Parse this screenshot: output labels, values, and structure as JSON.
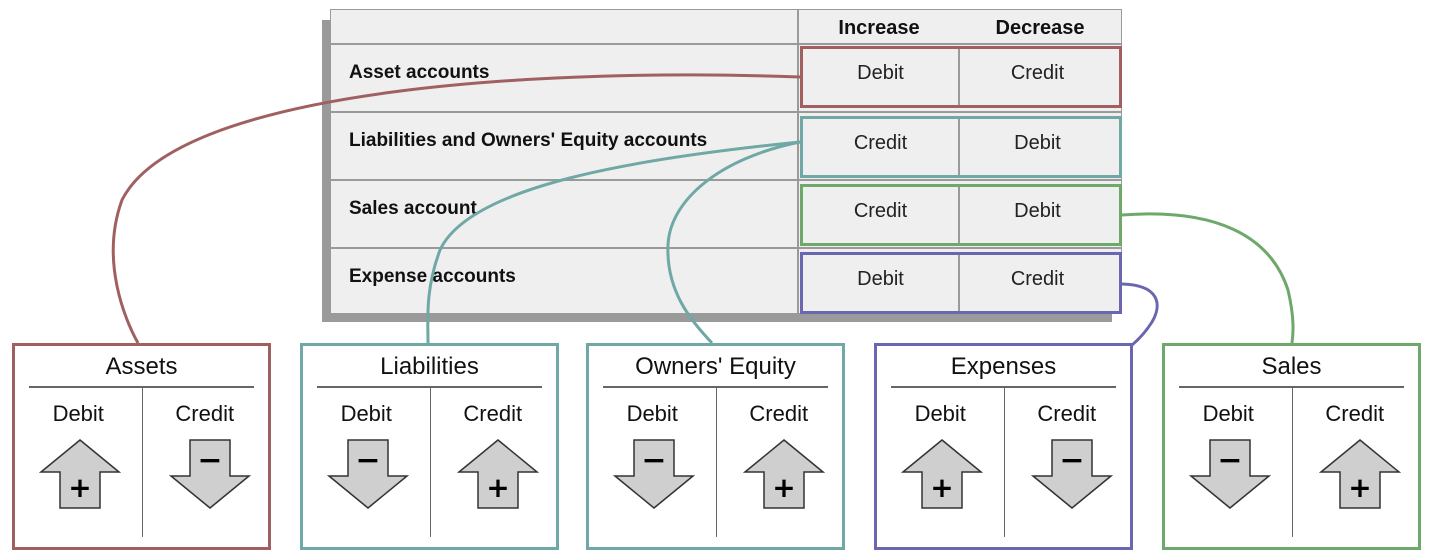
{
  "table": {
    "headers": {
      "increase": "Increase",
      "decrease": "Decrease"
    },
    "rows": [
      {
        "label": "Asset accounts",
        "increase": "Debit",
        "decrease": "Credit"
      },
      {
        "label": "Liabilities and Owners' Equity accounts",
        "increase": "Credit",
        "decrease": "Debit"
      },
      {
        "label": "Sales account",
        "increase": "Credit",
        "decrease": "Debit"
      },
      {
        "label": "Expense accounts",
        "increase": "Debit",
        "decrease": "Credit"
      }
    ]
  },
  "accounts": [
    {
      "title": "Assets",
      "left": "Debit",
      "right": "Credit",
      "left_icon": "plus-up-arrow-icon",
      "right_icon": "minus-down-arrow-icon"
    },
    {
      "title": "Liabilities",
      "left": "Debit",
      "right": "Credit",
      "left_icon": "minus-down-arrow-icon",
      "right_icon": "plus-up-arrow-icon"
    },
    {
      "title": "Owners' Equity",
      "left": "Debit",
      "right": "Credit",
      "left_icon": "minus-down-arrow-icon",
      "right_icon": "plus-up-arrow-icon"
    },
    {
      "title": "Expenses",
      "left": "Debit",
      "right": "Credit",
      "left_icon": "plus-up-arrow-icon",
      "right_icon": "minus-down-arrow-icon"
    },
    {
      "title": "Sales",
      "left": "Debit",
      "right": "Credit",
      "left_icon": "minus-down-arrow-icon",
      "right_icon": "plus-up-arrow-icon"
    }
  ],
  "colors": {
    "asset": "#a06060",
    "liabilities": "#6fa8a4",
    "sales": "#6ea86a",
    "expense": "#6a66b0"
  }
}
